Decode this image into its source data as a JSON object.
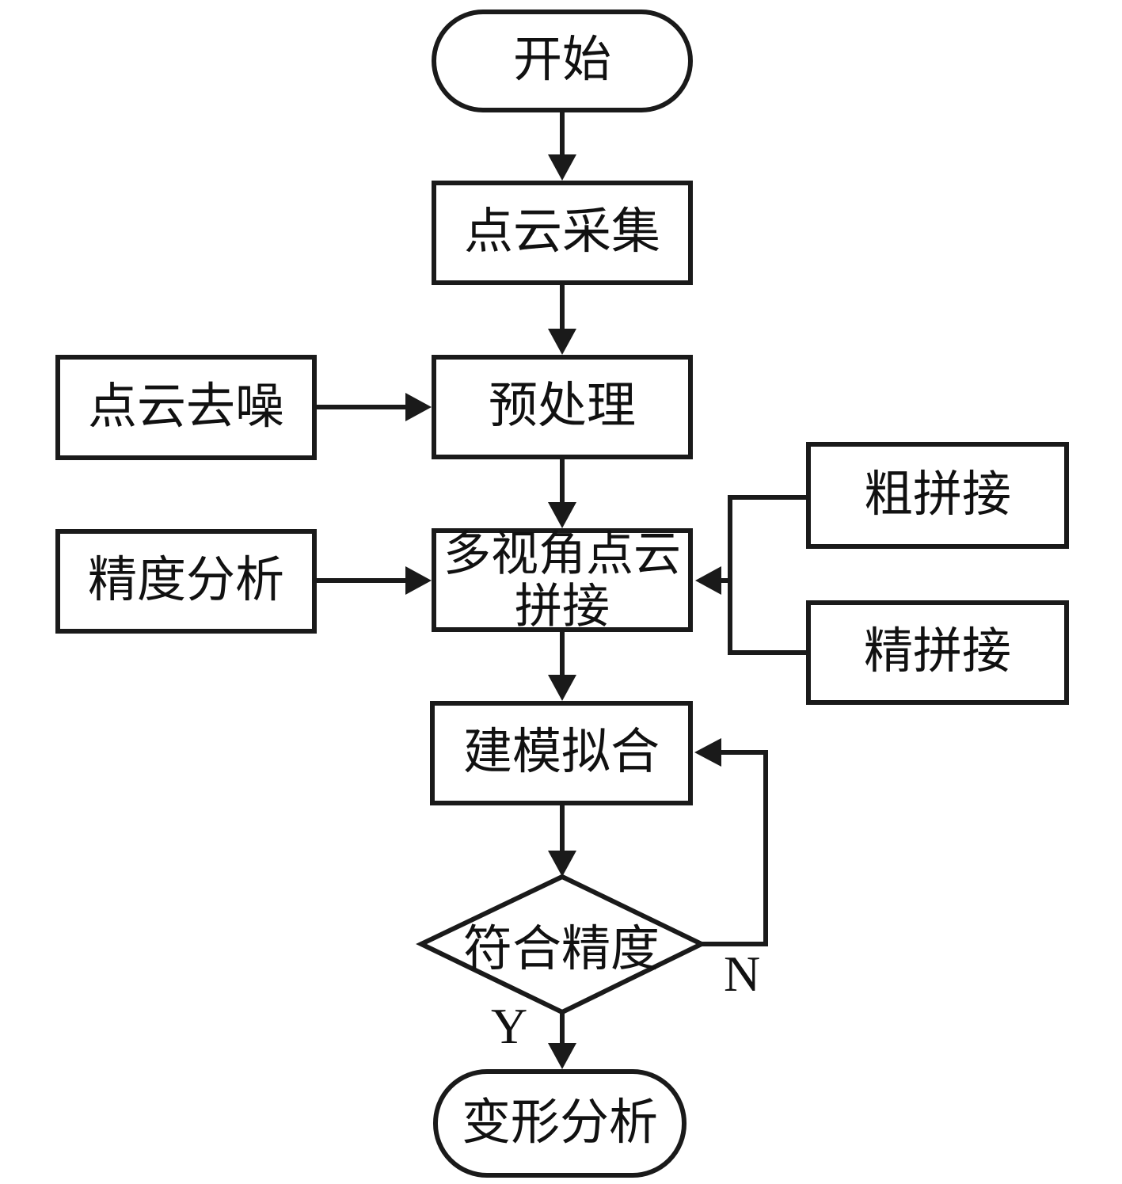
{
  "diagram": {
    "colors": {
      "stroke": "#1a1a1a",
      "background": "#ffffff",
      "text": "#111111"
    },
    "nodes": {
      "start": {
        "shape": "terminator",
        "label": "开始"
      },
      "collect": {
        "shape": "process",
        "label": "点云采集"
      },
      "denoise": {
        "shape": "process",
        "label": "点云去噪"
      },
      "preprocess": {
        "shape": "process",
        "label": "预处理"
      },
      "accuracy": {
        "shape": "process",
        "label": "精度分析"
      },
      "stitch": {
        "shape": "process",
        "line1": "多视角点云",
        "line2": "拼接"
      },
      "coarse": {
        "shape": "process",
        "label": "粗拼接"
      },
      "fine": {
        "shape": "process",
        "label": "精拼接"
      },
      "model": {
        "shape": "process",
        "label": "建模拟合"
      },
      "decision": {
        "shape": "decision",
        "label": "符合精度"
      },
      "end": {
        "shape": "terminator",
        "label": "变形分析"
      }
    },
    "edge_labels": {
      "yes": "Y",
      "no": "N"
    }
  }
}
